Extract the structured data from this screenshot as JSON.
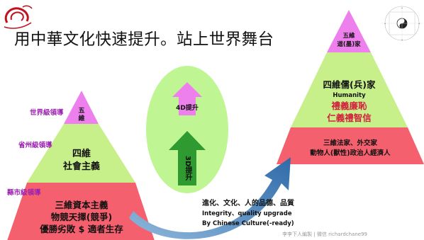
{
  "title": "用中華文化快速提升。站上世界舞台",
  "left_pyramid": {
    "labels": {
      "world": "世界級領導",
      "province": "省州級領導",
      "county": "縣市級領導"
    },
    "top_text": "五\n維",
    "middle_text": [
      "四維",
      "社會主義"
    ],
    "bottom_text": [
      "三維資本主義",
      "物競天擇(競爭)",
      "優勝劣敗 $ 適者生存"
    ]
  },
  "oval": {
    "up_arrow_label": "4D提升",
    "down_arrow_label": "3D提升"
  },
  "right_pyramid": {
    "top_text": [
      "五維",
      "道(墨)家"
    ],
    "middle_text": [
      "四維儒(兵)家",
      "Humanity",
      "禮義廉恥",
      "仁義禮智信"
    ],
    "bottom_text": [
      "三維法家、外交家",
      "動物人(獸性)政治人經濟人"
    ]
  },
  "caption": [
    "進化、文化、人的品德、品質",
    "Integrity、quality upgrade",
    "By Chinese Culture(-ready)"
  ],
  "footer": "李李下人編製 | 微信 richardchane99",
  "colors": {
    "green": "#c8f08a",
    "red": "#f5606e",
    "purple": "#ee80ee",
    "oval": "#bff592",
    "arrow_green": "#2f9a2f",
    "curve_arrow": "#3a74b0"
  }
}
